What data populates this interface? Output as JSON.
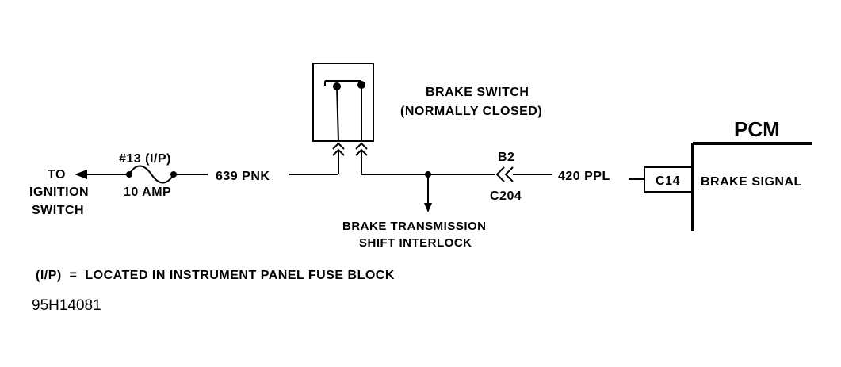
{
  "ignition": {
    "line1": "TO",
    "line2": "IGNITION",
    "line3": "SWITCH"
  },
  "fuse": {
    "label": "#13 (I/P)",
    "rating": "10 AMP"
  },
  "wires": {
    "pnk": "639 PNK",
    "ppl": "420 PPL"
  },
  "brake_switch": {
    "line1": "BRAKE SWITCH",
    "line2": "(NORMALLY CLOSED)"
  },
  "connector": {
    "terminal": "B2",
    "id": "C204"
  },
  "interlock": {
    "line1": "BRAKE TRANSMISSION",
    "line2": "SHIFT INTERLOCK"
  },
  "pcm": {
    "title": "PCM",
    "pin": "C14",
    "signal": "BRAKE SIGNAL"
  },
  "legend": "(I/P)  =  LOCATED IN INSTRUMENT PANEL FUSE BLOCK",
  "figure_code": "95H14081"
}
